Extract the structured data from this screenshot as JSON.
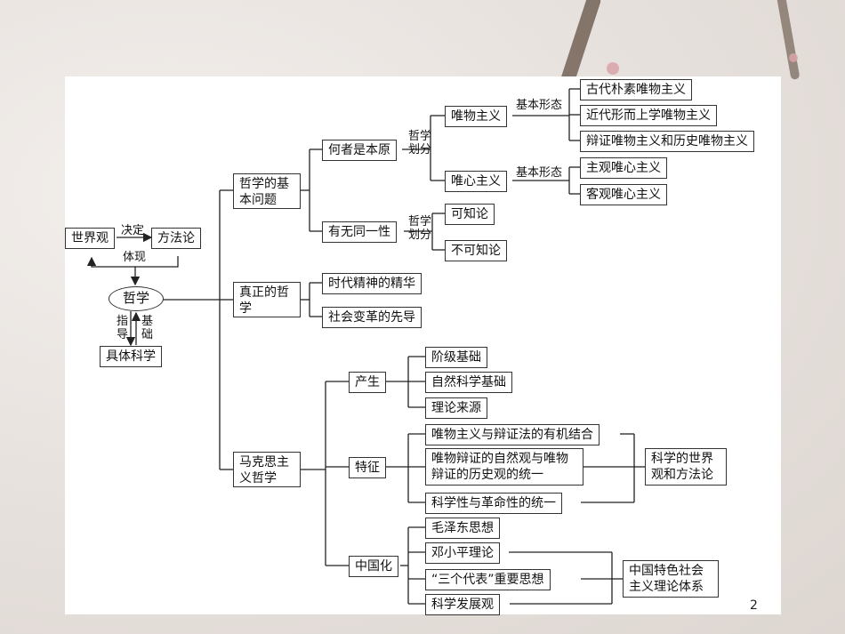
{
  "core": {
    "worldview": "世界观",
    "methodology": "方法论",
    "decides": "决定",
    "embodies": "体现",
    "philosophy": "哲学",
    "guides": "指导",
    "basis": "基础",
    "concrete_science": "具体科学"
  },
  "basic_question": {
    "title": "哲学的基本问题",
    "which_origin": "何者是本原",
    "identity": "有无同一性",
    "division_1": "哲学划分",
    "division_2": "哲学划分",
    "materialism": "唯物主义",
    "idealism": "唯心主义",
    "basic_form_1": "基本形态",
    "basic_form_2": "基本形态",
    "materialism_forms": [
      "古代朴素唯物主义",
      "近代形而上学唯物主义",
      "辩证唯物主义和历史唯物主义"
    ],
    "idealism_forms": [
      "主观唯心主义",
      "客观唯心主义"
    ],
    "knowable": "可知论",
    "unknowable": "不可知论"
  },
  "true_philosophy": {
    "title": "真正的哲学",
    "items": [
      "时代精神的精华",
      "社会变革的先导"
    ]
  },
  "marxism": {
    "title": "马克思主义哲学",
    "origin": "产生",
    "origin_items": [
      "阶级基础",
      "自然科学基础",
      "理论来源"
    ],
    "features": "特征",
    "feature_items": [
      "唯物主义与辩证法的有机结合",
      "唯物辩证的自然观与唯物辩证的历史观的统一",
      "科学性与革命性的统一"
    ],
    "feature_result": "科学的世界观和方法论",
    "sinicization": "中国化",
    "sinicization_items": [
      "毛泽东思想",
      "邓小平理论",
      "“三个代表”重要思想",
      "科学发展观"
    ],
    "sinicization_result": "中国特色社会主义理论体系"
  },
  "page_number": "2"
}
